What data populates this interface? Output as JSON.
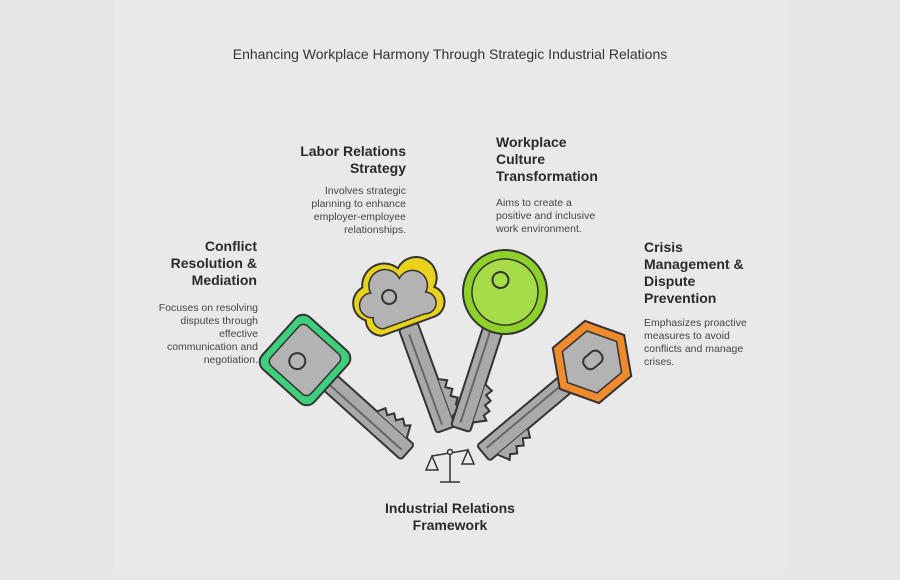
{
  "title": "Enhancing Workplace Harmony Through Strategic Industrial Relations",
  "items": [
    {
      "heading": "Conflict Resolution & Mediation",
      "description": "Focuses on resolving disputes through effective communication and negotiation.",
      "color": "#3ecf7c"
    },
    {
      "heading": "Labor Relations Strategy",
      "description": "Involves strategic planning to enhance employer-employee relationships.",
      "color": "#e8d21c"
    },
    {
      "heading": "Workplace Culture Transformation",
      "description": "Aims to create a positive and inclusive work environment.",
      "color": "#8fd12a"
    },
    {
      "heading": "Crisis Management & Dispute Prevention",
      "description": "Emphasizes proactive measures to avoid conflicts and manage crises.",
      "color": "#ef8b2c"
    }
  ],
  "center": {
    "label": "Industrial Relations Framework",
    "icon": "scales-icon"
  }
}
